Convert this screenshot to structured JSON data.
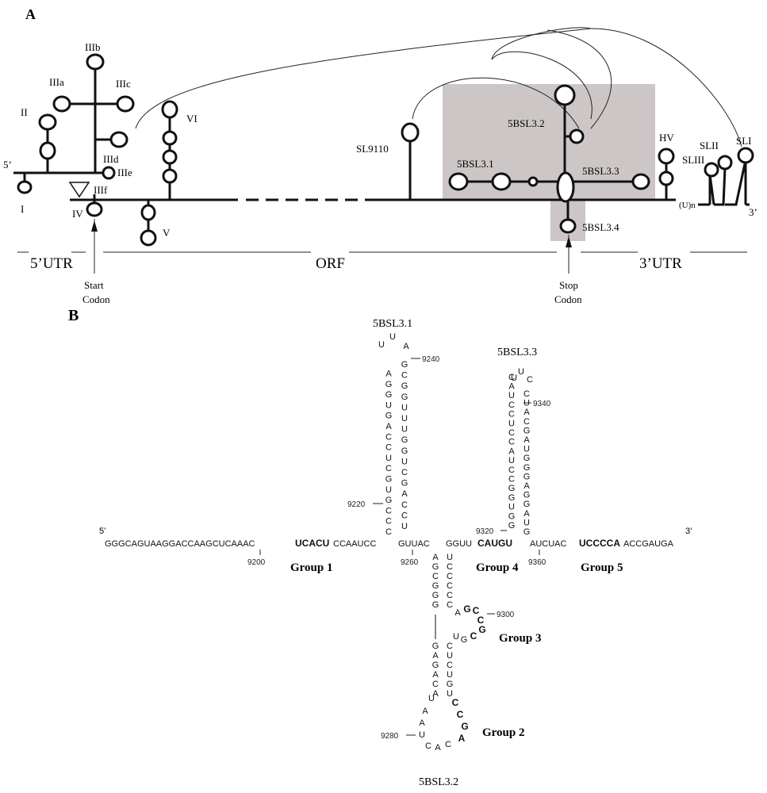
{
  "panel_a": {
    "label": "A",
    "sl_labels": {
      "five_prime": "5’",
      "I": "I",
      "II": "II",
      "IIIa": "IIIa",
      "IIIb": "IIIb",
      "IIIc": "IIIc",
      "IIId": "IIId",
      "IIIe": "IIIe",
      "IIIf": "IIIf",
      "IV": "IV",
      "V": "V",
      "VI": "VI",
      "SL9110": "SL9110",
      "5BSL3.1": "5BSL3.1",
      "5BSL3.2": "5BSL3.2",
      "5BSL3.3": "5BSL3.3",
      "5BSL3.4": "5BSL3.4",
      "HV": "HV",
      "SLIII": "SLIII",
      "SLII": "SLII",
      "SLI": "SLI",
      "polyU": "(U)n",
      "three_prime": "3’"
    },
    "regions": {
      "utr5": "5’UTR",
      "orf": "ORF",
      "utr3": "3’UTR"
    },
    "codons": {
      "start_line1": "Start",
      "start_line2": "Codon",
      "stop_line1": "Stop",
      "stop_line2": "Codon"
    },
    "highlight_color": "#cdc6c6"
  },
  "panel_b": {
    "label": "B",
    "titles": {
      "sl31": "5BSL3.1",
      "sl33": "5BSL3.3",
      "sl32": "5BSL3.2"
    },
    "strand_ends": {
      "five": "5’",
      "three": "3’"
    },
    "strand_segments": [
      "GGGCAGUAAGGACCAAGCUCAAAC",
      "UCACU",
      "CCAAUCC",
      "GUUAC",
      "GGUU",
      "CAUGU",
      "AUCUAC",
      "UCCCCA",
      "ACCGAUGA"
    ],
    "numbers": {
      "n9200": "9200",
      "n9220": "9220",
      "n9240": "9240",
      "n9260": "9260",
      "n9280": "9280",
      "n9300": "9300",
      "n9320": "9320",
      "n9340": "9340",
      "n9360": "9360"
    },
    "groups": {
      "g1": "Group 1",
      "g2": "Group 2",
      "g3": "Group 3",
      "g4": "Group 4",
      "g5": "Group 5"
    },
    "sl31": {
      "left": [
        "C",
        "C",
        "C",
        "G",
        "U",
        "G",
        "C",
        "U",
        "C",
        "C",
        "A",
        "G",
        "U",
        "G",
        "G",
        "A"
      ],
      "right": [
        "G",
        "C",
        "G",
        "G",
        "U",
        "U",
        "U",
        "G",
        "G",
        "U",
        "C",
        "G",
        "A",
        "C",
        "C",
        "U"
      ],
      "loop": [
        "U",
        "U",
        "A"
      ]
    },
    "sl33": {
      "left": [
        "G",
        "G",
        "U",
        "G",
        "G",
        "C",
        "C",
        "U",
        "A",
        "C",
        "C",
        "U",
        "C",
        "C",
        "U",
        "A",
        "C"
      ],
      "right": [
        "C",
        "U",
        "A",
        "C",
        "G",
        "A",
        "U",
        "G",
        "G",
        "G",
        "A",
        "G",
        "G",
        "A",
        "U",
        "G"
      ],
      "loop": [
        "U",
        "U",
        "C"
      ]
    },
    "sl32": {
      "left_upper": [
        "A",
        "G",
        "C",
        "G",
        "G",
        "G"
      ],
      "left_lower": [
        "G",
        "A",
        "G",
        "A",
        "C",
        "A"
      ],
      "right_upper": [
        "U",
        "C",
        "C",
        "C",
        "C",
        "C"
      ],
      "right_lower": [
        "C",
        "U",
        "C",
        "U",
        "G",
        "U"
      ],
      "bulge": [
        "A",
        "G",
        "C",
        "C",
        "G",
        "C",
        "G",
        "U"
      ],
      "loop_left": [
        "U",
        "A",
        "A",
        "U"
      ],
      "loop_bottom": [
        "C",
        "A",
        "C"
      ],
      "loop_right": [
        "C",
        "C",
        "G",
        "A"
      ]
    }
  }
}
